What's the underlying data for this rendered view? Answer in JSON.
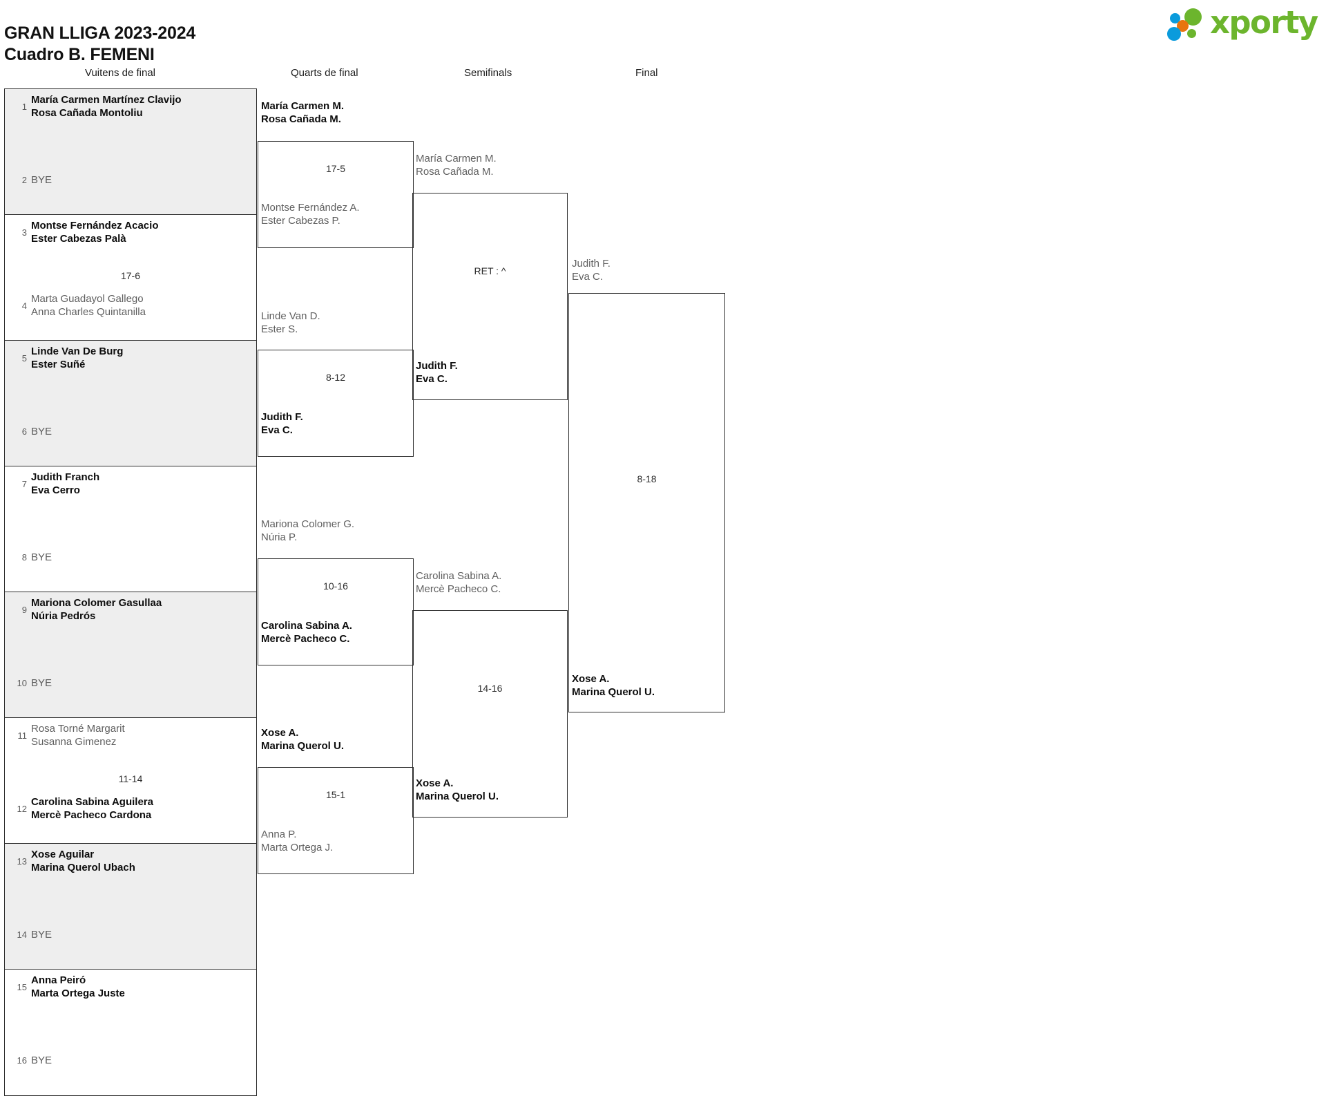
{
  "header": {
    "title_line1": "GRAN LLIGA 2023-2024",
    "title_line2": "Cuadro B. FEMENI",
    "logo_text": "xporty"
  },
  "rounds": [
    {
      "key": "r16",
      "label": "Vuitens de final"
    },
    {
      "key": "qf",
      "label": "Quarts de final"
    },
    {
      "key": "sf",
      "label": "Semifinals"
    },
    {
      "key": "f",
      "label": "Final"
    }
  ],
  "round1": {
    "pairs": [
      {
        "score": "",
        "top": {
          "seed": "1",
          "line1": "María Carmen Martínez Clavijo",
          "line2": "Rosa Cañada Montoliu",
          "status": "winner"
        },
        "bottom": {
          "seed": "2",
          "bye": "BYE"
        }
      },
      {
        "score": "17-6",
        "top": {
          "seed": "3",
          "line1": "Montse Fernández Acacio",
          "line2": "Ester Cabezas Palà",
          "status": "winner"
        },
        "bottom": {
          "seed": "4",
          "line1": "Marta Guadayol Gallego",
          "line2": "Anna Charles Quintanilla",
          "status": "loser"
        }
      },
      {
        "score": "",
        "top": {
          "seed": "5",
          "line1": "Linde Van De Burg",
          "line2": "Ester Suñé",
          "status": "winner"
        },
        "bottom": {
          "seed": "6",
          "bye": "BYE"
        }
      },
      {
        "score": "",
        "top": {
          "seed": "7",
          "line1": "Judith Franch",
          "line2": "Eva Cerro",
          "status": "winner"
        },
        "bottom": {
          "seed": "8",
          "bye": "BYE"
        }
      },
      {
        "score": "",
        "top": {
          "seed": "9",
          "line1": "Mariona Colomer Gasullaa",
          "line2": "Núria Pedrós",
          "status": "winner"
        },
        "bottom": {
          "seed": "10",
          "bye": "BYE"
        }
      },
      {
        "score": "11-14",
        "top": {
          "seed": "11",
          "line1": "Rosa Torné Margarit",
          "line2": "Susanna Gimenez",
          "status": "loser"
        },
        "bottom": {
          "seed": "12",
          "line1": "Carolina Sabina Aguilera",
          "line2": "Mercè Pacheco Cardona",
          "status": "winner"
        }
      },
      {
        "score": "",
        "top": {
          "seed": "13",
          "line1": "Xose Aguilar",
          "line2": "Marina Querol Ubach",
          "status": "winner"
        },
        "bottom": {
          "seed": "14",
          "bye": "BYE"
        }
      },
      {
        "score": "",
        "top": {
          "seed": "15",
          "line1": "Anna Peiró",
          "line2": "Marta Ortega Juste",
          "status": "winner"
        },
        "bottom": {
          "seed": "16",
          "bye": "BYE"
        }
      }
    ]
  },
  "quarterfinals": [
    {
      "score": "17-5",
      "top": {
        "line1": "María Carmen M.",
        "line2": "Rosa Cañada M.",
        "status": "winner"
      },
      "bottom": {
        "line1": "Montse Fernández A.",
        "line2": "Ester Cabezas P.",
        "status": "loser"
      }
    },
    {
      "score": "8-12",
      "top": {
        "line1": "Linde Van D.",
        "line2": "Ester S.",
        "status": "loser"
      },
      "bottom": {
        "line1": "Judith F.",
        "line2": "Eva C.",
        "status": "winner"
      }
    },
    {
      "score": "10-16",
      "top": {
        "line1": "Mariona Colomer G.",
        "line2": "Núria P.",
        "status": "loser"
      },
      "bottom": {
        "line1": "Carolina Sabina A.",
        "line2": "Mercè Pacheco C.",
        "status": "winner"
      }
    },
    {
      "score": "15-1",
      "top": {
        "line1": "Xose A.",
        "line2": "Marina Querol U.",
        "status": "winner"
      },
      "bottom": {
        "line1": "Anna P.",
        "line2": "Marta Ortega J.",
        "status": "loser"
      }
    }
  ],
  "semifinals": [
    {
      "score": "RET : ^",
      "top": {
        "line1": "María Carmen M.",
        "line2": "Rosa Cañada M.",
        "status": "loser"
      },
      "bottom": {
        "line1": "Judith F.",
        "line2": "Eva C.",
        "status": "winner"
      }
    },
    {
      "score": "14-16",
      "top": {
        "line1": "Carolina Sabina A.",
        "line2": "Mercè Pacheco C.",
        "status": "loser"
      },
      "bottom": {
        "line1": "Xose A.",
        "line2": "Marina Querol U.",
        "status": "winner"
      }
    }
  ],
  "final": {
    "score": "8-18",
    "top": {
      "line1": "Judith F.",
      "line2": "Eva C.",
      "status": "loser"
    },
    "bottom": {
      "line1": "Xose A.",
      "line2": "Marina Querol U.",
      "status": "winner"
    }
  }
}
